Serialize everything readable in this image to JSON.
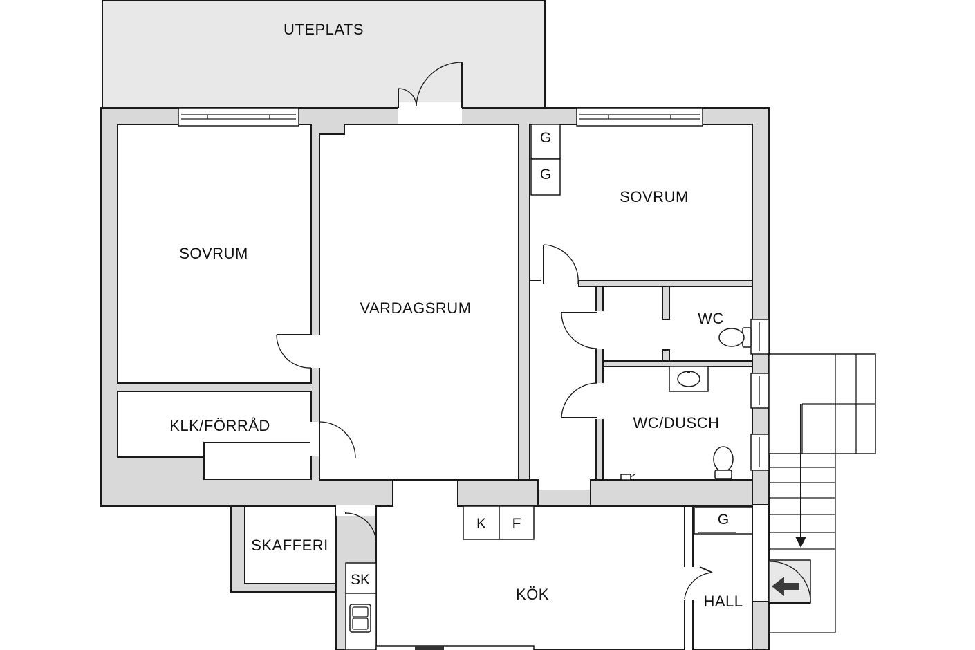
{
  "rooms": {
    "uteplats": "UTEPLATS",
    "sovrum_left": "SOVRUM",
    "vardagsrum": "VARDAGSRUM",
    "sovrum_right": "SOVRUM",
    "wc": "WC",
    "wc_dusch": "WC/DUSCH",
    "klk_forrad": "KLK/FÖRRÅD",
    "skafferi": "SKAFFERI",
    "kok": "KÖK",
    "hall": "HALL"
  },
  "fixtures": {
    "garderob_1": "G",
    "garderob_2": "G",
    "garderob_hall": "G",
    "kyl": "K",
    "frys": "F",
    "skap": "SK"
  }
}
